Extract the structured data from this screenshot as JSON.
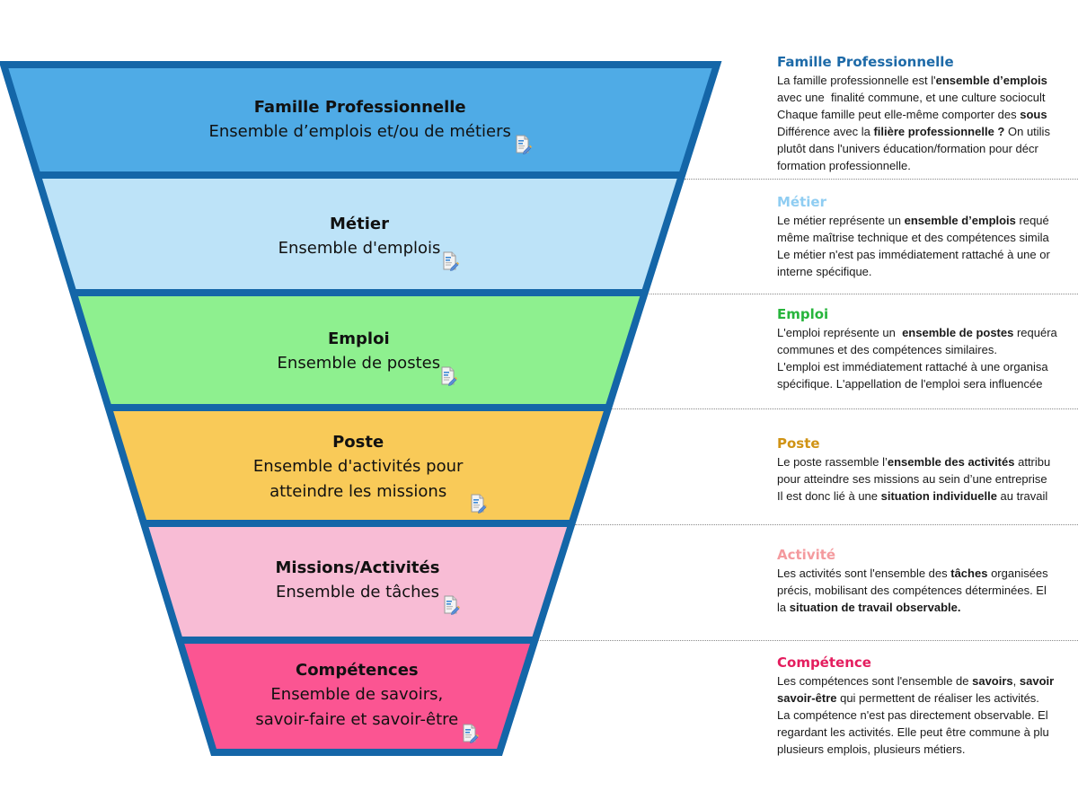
{
  "funnel": {
    "stroke_color": "#1466a8",
    "levels": [
      {
        "title": "Famille Professionnelle",
        "subtitle_lines": [
          "Ensemble d’emplois et/ou de métiers"
        ],
        "fill": "#4fabe6",
        "icon": "note-edit-icon"
      },
      {
        "title": "Métier",
        "subtitle_lines": [
          "Ensemble d'emplois"
        ],
        "fill": "#bde3f8",
        "icon": "note-edit-icon"
      },
      {
        "title": "Emploi",
        "subtitle_lines": [
          "Ensemble de postes"
        ],
        "fill": "#8ef08f",
        "icon": "note-edit-icon"
      },
      {
        "title": "Poste",
        "subtitle_lines": [
          "Ensemble d'activités pour",
          "atteindre les missions"
        ],
        "fill": "#f9ca58",
        "icon": "note-edit-icon"
      },
      {
        "title": "Missions/Activités",
        "subtitle_lines": [
          "Ensemble de tâches"
        ],
        "fill": "#f8bcd5",
        "icon": "note-edit-icon"
      },
      {
        "title": "Compétences",
        "subtitle_lines": [
          "Ensemble de savoirs,",
          "savoir-faire et savoir-être"
        ],
        "fill": "#fb5592",
        "icon": "note-edit-icon"
      }
    ]
  },
  "descriptions": [
    {
      "title": "Famille Professionnelle",
      "title_color": "#1d6aa8",
      "lines": [
        [
          {
            "t": "La famille professionnelle est l'"
          },
          {
            "t": "ensemble d’emplois",
            "b": true
          }
        ],
        [
          {
            "t": "avec une  finalité commune, et une culture sociocult"
          }
        ],
        [
          {
            "t": "Chaque famille peut elle-même comporter des "
          },
          {
            "t": "sous",
            "b": true
          }
        ],
        [
          {
            "t": "Différence avec la "
          },
          {
            "t": "filière professionnelle ?",
            "b": true
          },
          {
            "t": " On utilis"
          }
        ],
        [
          {
            "t": "plutôt dans l'univers éducation/formation pour décr"
          }
        ],
        [
          {
            "t": "formation professionnelle."
          }
        ]
      ]
    },
    {
      "title": "Métier",
      "title_color": "#8fcdf2",
      "lines": [
        [
          {
            "t": "Le métier représente un "
          },
          {
            "t": "ensemble d’emplois",
            "b": true
          },
          {
            "t": " requé"
          }
        ],
        [
          {
            "t": "même maîtrise technique et des compétences simila"
          }
        ],
        [
          {
            "t": "Le métier n'est pas immédiatement rattaché à une or"
          }
        ],
        [
          {
            "t": "interne spécifique."
          }
        ]
      ]
    },
    {
      "title": "Emploi",
      "title_color": "#27b53c",
      "lines": [
        [
          {
            "t": "L'emploi représente un  "
          },
          {
            "t": "ensemble de postes",
            "b": true
          },
          {
            "t": " requéra"
          }
        ],
        [
          {
            "t": "communes et des compétences similaires."
          }
        ],
        [
          {
            "t": "L'emploi est immédiatement rattaché à une organisa"
          }
        ],
        [
          {
            "t": "spécifique. L'appellation de l'emploi sera influencée"
          }
        ]
      ]
    },
    {
      "title": "Poste",
      "title_color": "#d09314",
      "lines": [
        [
          {
            "t": "Le poste rassemble l’"
          },
          {
            "t": "ensemble des activités",
            "b": true
          },
          {
            "t": " attribu"
          }
        ],
        [
          {
            "t": "pour atteindre ses missions au sein d’une entreprise"
          }
        ],
        [
          {
            "t": "Il est donc lié à une "
          },
          {
            "t": "situation individuelle",
            "b": true
          },
          {
            "t": " au travail"
          }
        ]
      ]
    },
    {
      "title": "Activité",
      "title_color": "#f49a9e",
      "lines": [
        [
          {
            "t": "Les activités sont l'ensemble des "
          },
          {
            "t": "tâches",
            "b": true
          },
          {
            "t": " organisées"
          }
        ],
        [
          {
            "t": "précis, mobilisant des compétences déterminées. El"
          }
        ],
        [
          {
            "t": "la "
          },
          {
            "t": "situation de travail observable.",
            "b": true
          }
        ]
      ]
    },
    {
      "title": "Compétence",
      "title_color": "#e41d5e",
      "lines": [
        [
          {
            "t": "Les compétences sont l'ensemble de "
          },
          {
            "t": "savoirs",
            "b": true
          },
          {
            "t": ", "
          },
          {
            "t": "savoir",
            "b": true
          }
        ],
        [
          {
            "t": "savoir-être",
            "b": true
          },
          {
            "t": " qui permettent de réaliser les activités."
          }
        ],
        [
          {
            "t": "La compétence n'est pas directement observable. El"
          }
        ],
        [
          {
            "t": "regardant les activités. Elle peut être commune à plu"
          }
        ],
        [
          {
            "t": "plusieurs emplois, plusieurs métiers."
          }
        ]
      ]
    }
  ]
}
